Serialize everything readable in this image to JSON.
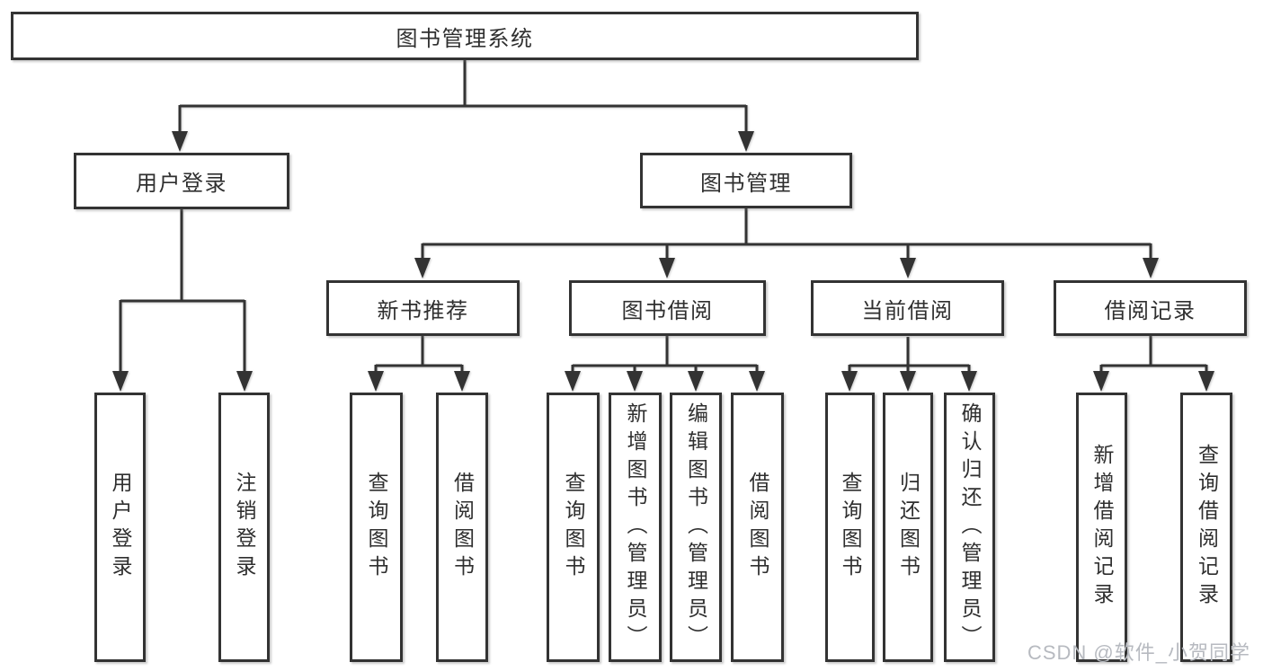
{
  "tree": {
    "root": {
      "label": "图书管理系统"
    },
    "branches": [
      {
        "label": "用户登录",
        "leaves": [
          "用户登录",
          "注销登录"
        ]
      },
      {
        "label": "图书管理",
        "groups": [
          {
            "label": "新书推荐",
            "leaves": [
              "查询图书",
              "借阅图书"
            ]
          },
          {
            "label": "图书借阅",
            "leaves": [
              "查询图书",
              "新增图书（管理员）",
              "编辑图书（管理员）",
              "借阅图书"
            ]
          },
          {
            "label": "当前借阅",
            "leaves": [
              "查询图书",
              "归还图书",
              "确认归还（管理员）"
            ]
          },
          {
            "label": "借阅记录",
            "leaves": [
              "新增借阅记录",
              "查询借阅记录"
            ]
          }
        ]
      }
    ]
  },
  "watermark": {
    "text": "CSDN @软件_小贺同学"
  },
  "colors": {
    "line": "#333333",
    "text": "#2f2f2f",
    "watermark": "#b7bac0",
    "background": "#ffffff"
  }
}
